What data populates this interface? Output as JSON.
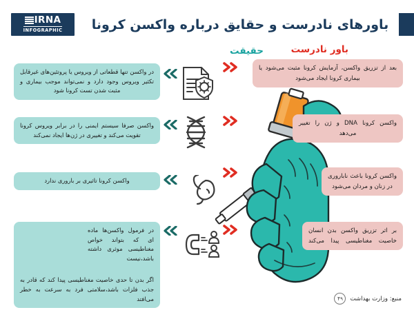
{
  "brand": {
    "logo_name": "IRNA",
    "logo_tagline": "INFOGRAPHIC"
  },
  "header": {
    "title": "باورهای نادرست و حقایق درباره واکسن کرونا"
  },
  "columns": {
    "fact_heading": "حقیقت",
    "myth_heading": "باور نادرست",
    "fact_color": "#1aa3a0",
    "myth_color": "#e02d22"
  },
  "rows": [
    {
      "icon": "document-virus-icon",
      "fact": "در واکسن تنها قطعاتی از ویروس یا پروتئین‌های غیرقابل تکثیر ویروس وجود دارد و نمی‌تواند موجب بیماری و مثبت شدن تست کرونا شود",
      "fact_extra": "",
      "myth": "بعد از تزریق واکسن، آزمایش کرونا مثبت می‌شود یا بیماری کرونا ایجاد می‌شود"
    },
    {
      "icon": "dna-icon",
      "fact": "واکسن صرفا سیستم ایمنی را در برابر ویروس کرونا تقویت می‌کند و تغییری در ژن‌ها ایجاد نمی‌کند",
      "fact_extra": "",
      "myth": "واکسن کرونا DNA و ژن را تغییر می‌دهد"
    },
    {
      "icon": "embryo-icon",
      "fact": "واکسن کرونا تاثیری بر باروری ندارد",
      "fact_extra": "",
      "myth": "واکسن کرونا باعث ناباروری در زنان و مردان می‌شود"
    },
    {
      "icon": "magnet-people-icon",
      "fact": "در فرمول واکسن‌ها ماده ای که بتواند خواص مغناطیسی موثری داشته باشد،نیست",
      "fact_extra": "اگر بدن تا حدی خاصیت مغناطیسی پیدا کند که قادر به جذب فلزات باشد،سلامتی فرد به سرعت به خطر می‌افتد",
      "myth": "بر اثر تزریق واکسن بدن انسان خاصیت مغناطیسی پیدا می‌کند"
    }
  ],
  "footer": {
    "source": "منبع: وزارت بهداشت",
    "number": "۴۹"
  },
  "theme": {
    "navy": "#1b3b5c",
    "fact_bg": "#a9ddd9",
    "myth_bg": "#eec6c3",
    "teal": "#2bb8ac",
    "red": "#e02d22"
  }
}
